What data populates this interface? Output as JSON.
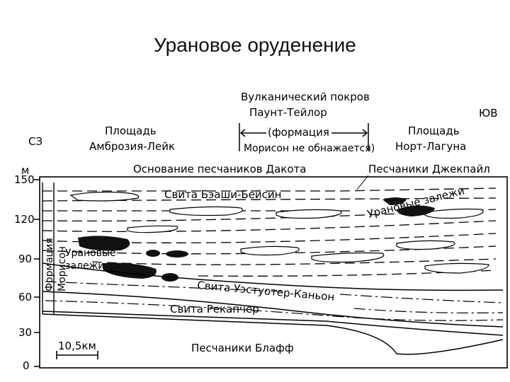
{
  "title": "Урановое оруденение",
  "directions": {
    "nw": "СЗ",
    "se": "ЮВ"
  },
  "header": {
    "volcanic_line1": "Вулканический покров",
    "volcanic_line2": "Паунт-Тейлор",
    "formation_line1": "(формация",
    "formation_line2": "Морисон не обнажается)",
    "area_left_line1": "Площадь",
    "area_left_line2": "Амброзия-Лейк",
    "area_right_line1": "Площадь",
    "area_right_line2": "Норт-Лагуна"
  },
  "axis": {
    "unit": "м",
    "ticks": [
      "150",
      "120",
      "90",
      "60",
      "30",
      "0"
    ],
    "values": [
      150,
      120,
      90,
      60,
      30,
      0
    ]
  },
  "labels": {
    "dakota": "Основание песчаников Дакота",
    "jackpile": "Песчаники Джекпайл",
    "brushy_basin": "Свита Бэаши-Бейсин",
    "uranium_right": "Урановые залежи",
    "uranium_left_line1": "Урановые",
    "uranium_left_line2": "залежи",
    "westwater": "Свита Уэстуотер-Каньон",
    "recapture": "Свита Рекапчер",
    "bluff": "Песчаники Блафф",
    "morrison_line1": "Формация",
    "morrison_line2": "Морисон",
    "scale": "10,5км"
  }
}
